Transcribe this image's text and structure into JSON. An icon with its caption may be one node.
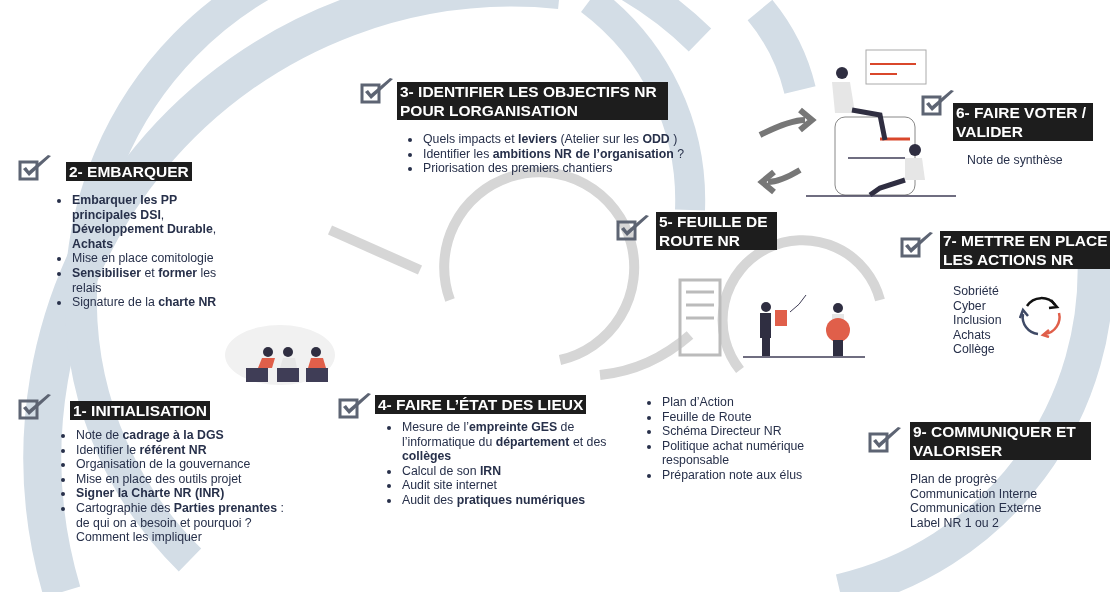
{
  "diagram": {
    "nodes": [
      {
        "text": [
          "1- INITIALISATION",
          "Note de **cadrage à la DGS**",
          "Identifier le **référent NR**",
          "Organisation de la gouvernance",
          "Mise en place des outils projet",
          "**Signer la Charte NR (INR)**",
          "Cartographie des **Parties prenantes** : de qui on a besoin et pourquoi ? Comment les impliquer"
        ]
      },
      {
        "text": [
          "2- EMBARQUER",
          "**Embarquer les PP principales DSI**, **Développement Durable**, **Achats**",
          "Mise en place comitologie",
          "**Sensibiliser** et **former** les relais",
          "Signature de la **charte NR**"
        ]
      },
      {
        "text": [
          "3- IDENTIFIER LES OBJECTIFS NR POUR LORGANISATION",
          "Quels impacts et **leviers** (Atelier sur les **ODD** )",
          "Identifier les **ambitions NR de l’organisation** ?",
          "Priorisation des premiers chantiers"
        ]
      },
      {
        "text": [
          "4- FAIRE L’ÉTAT DES LIEUX",
          "Mesure de l’**empreinte GES** de l’informatique du **département** et des **collèges**",
          "Calcul de son **IRN**",
          "Audit site internet",
          "Audit des **pratiques numériques**"
        ]
      },
      {
        "text": [
          "5- FEUILLE DE ROUTE NR",
          "Plan d’Action",
          "Feuille de Route",
          "Schéma Directeur NR",
          "Politique achat numérique responsable",
          "Préparation note aux élus"
        ]
      },
      {
        "text": [
          "6- FAIRE VOTER / VALIDER",
          "Note de synthèse"
        ]
      },
      {
        "text": [
          "7- METTRE EN PLACE LES ACTIONS NR",
          "Sobriété",
          "Cyber",
          "Inclusion",
          "Achats",
          "Collège"
        ]
      },
      {
        "text": [
          "9- COMMUNIQUER ET VALORISER",
          "Plan de progrès",
          "Communication Interne",
          "Communication Externe",
          "Label NR 1 ou 2"
        ]
      }
    ]
  }
}
